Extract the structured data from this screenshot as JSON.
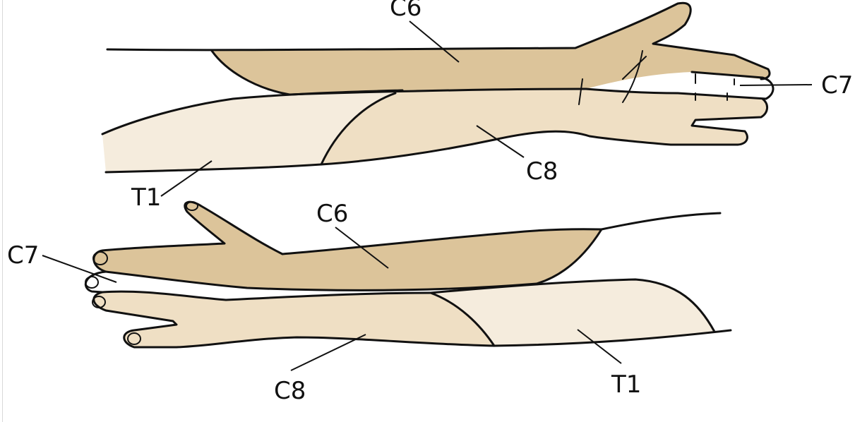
{
  "colors": {
    "c6": "#dcc49a",
    "c7": "#ffffff",
    "c8": "#efdfc4",
    "t1": "#f5ecdd",
    "outline": "#111111"
  },
  "top_arm": {
    "labels": {
      "c6": "C6",
      "c7": "C7",
      "c8": "C8",
      "t1": "T1"
    }
  },
  "bottom_arm": {
    "labels": {
      "c6": "C6",
      "c7": "C7",
      "c8": "C8",
      "t1": "T1"
    }
  }
}
